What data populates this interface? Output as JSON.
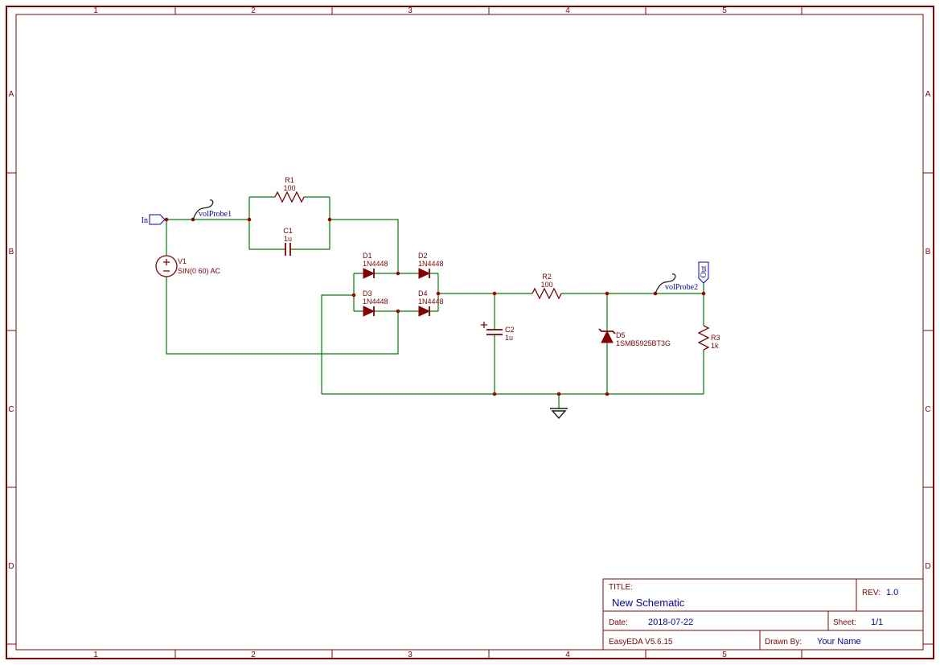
{
  "frame": {
    "columns": [
      "1",
      "2",
      "3",
      "4",
      "5"
    ],
    "rows": [
      "A",
      "B",
      "C",
      "D"
    ]
  },
  "components": {
    "v1": {
      "ref": "V1",
      "value": "SIN(0 60) AC"
    },
    "r1": {
      "ref": "R1",
      "value": "100"
    },
    "c1": {
      "ref": "C1",
      "value": "1u"
    },
    "d1": {
      "ref": "D1",
      "value": "1N4448"
    },
    "d2": {
      "ref": "D2",
      "value": "1N4448"
    },
    "d3": {
      "ref": "D3",
      "value": "1N4448"
    },
    "d4": {
      "ref": "D4",
      "value": "1N4448"
    },
    "r2": {
      "ref": "R2",
      "value": "100"
    },
    "c2": {
      "ref": "C2",
      "value": "1u"
    },
    "d5": {
      "ref": "D5",
      "value": "1SMB5925BT3G"
    },
    "r3": {
      "ref": "R3",
      "value": "1k"
    }
  },
  "nets": {
    "in": "In",
    "out": "Out"
  },
  "probes": {
    "probe1": "volProbe1",
    "probe2": "volProbe2"
  },
  "title_block": {
    "title_label": "TITLE:",
    "title": "New Schematic",
    "rev_label": "REV:",
    "rev": "1.0",
    "date_label": "Date:",
    "date": "2018-07-22",
    "sheet_label": "Sheet:",
    "sheet": "1/1",
    "tool": "EasyEDA V5.6.15",
    "drawn_by_label": "Drawn By:",
    "drawn_by": "Your Name"
  },
  "colors": {
    "wire_green": "#008000",
    "component_red": "#880000",
    "frame_red": "#8b0000",
    "accent_blue": "#0000cc",
    "junction_red": "#aa0000",
    "probe_black": "#1a1a1a"
  }
}
